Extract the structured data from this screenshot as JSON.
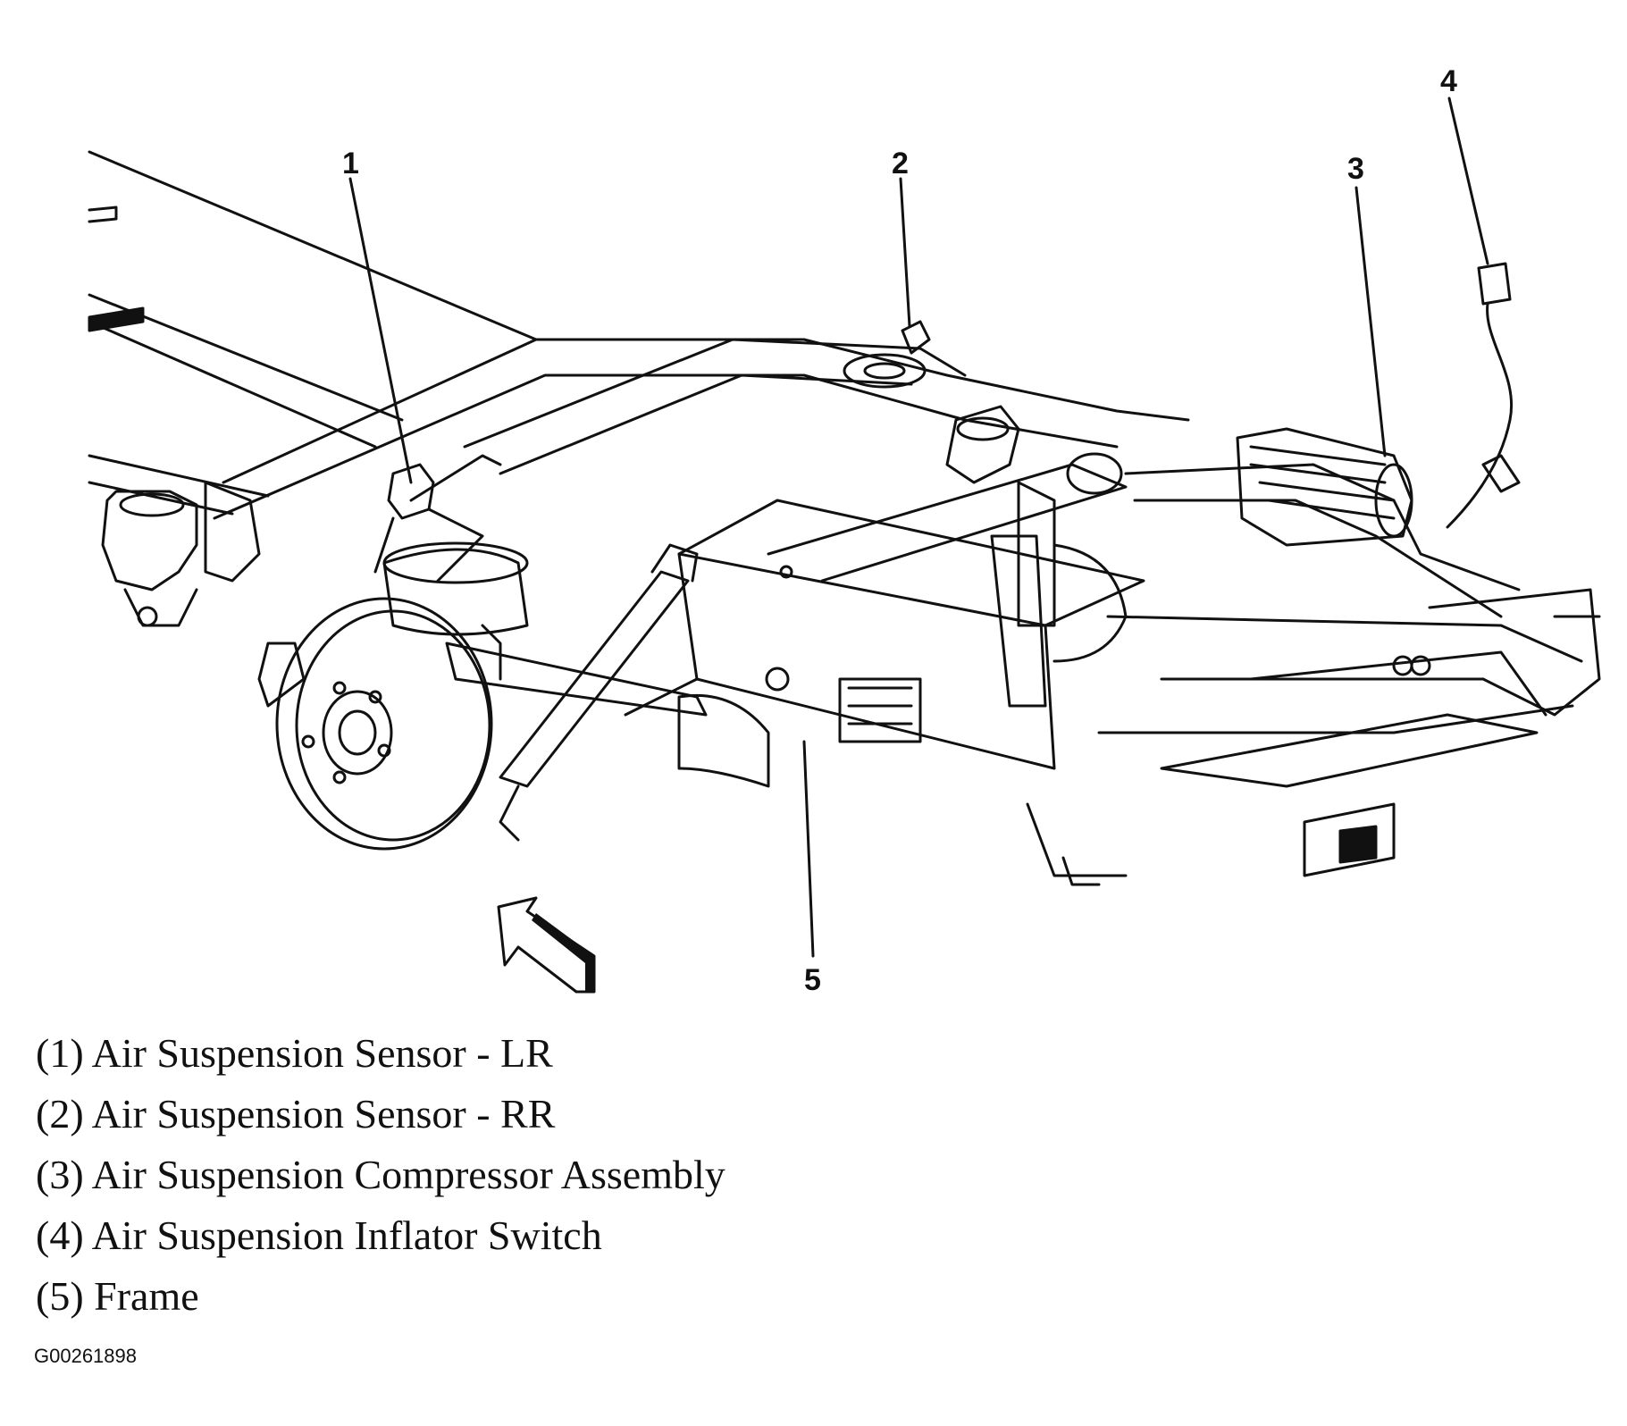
{
  "diagram": {
    "callouts": [
      {
        "number": "1"
      },
      {
        "number": "2"
      },
      {
        "number": "3"
      },
      {
        "number": "4"
      },
      {
        "number": "5"
      }
    ],
    "direction_arrow_icon": "front-arrow-icon"
  },
  "legend": [
    {
      "text": "(1) Air Suspension Sensor - LR"
    },
    {
      "text": "(2) Air Suspension Sensor - RR"
    },
    {
      "text": "(3) Air Suspension Compressor Assembly"
    },
    {
      "text": "(4) Air Suspension Inflator Switch"
    },
    {
      "text": "(5) Frame"
    }
  ],
  "figure_id": "G00261898"
}
